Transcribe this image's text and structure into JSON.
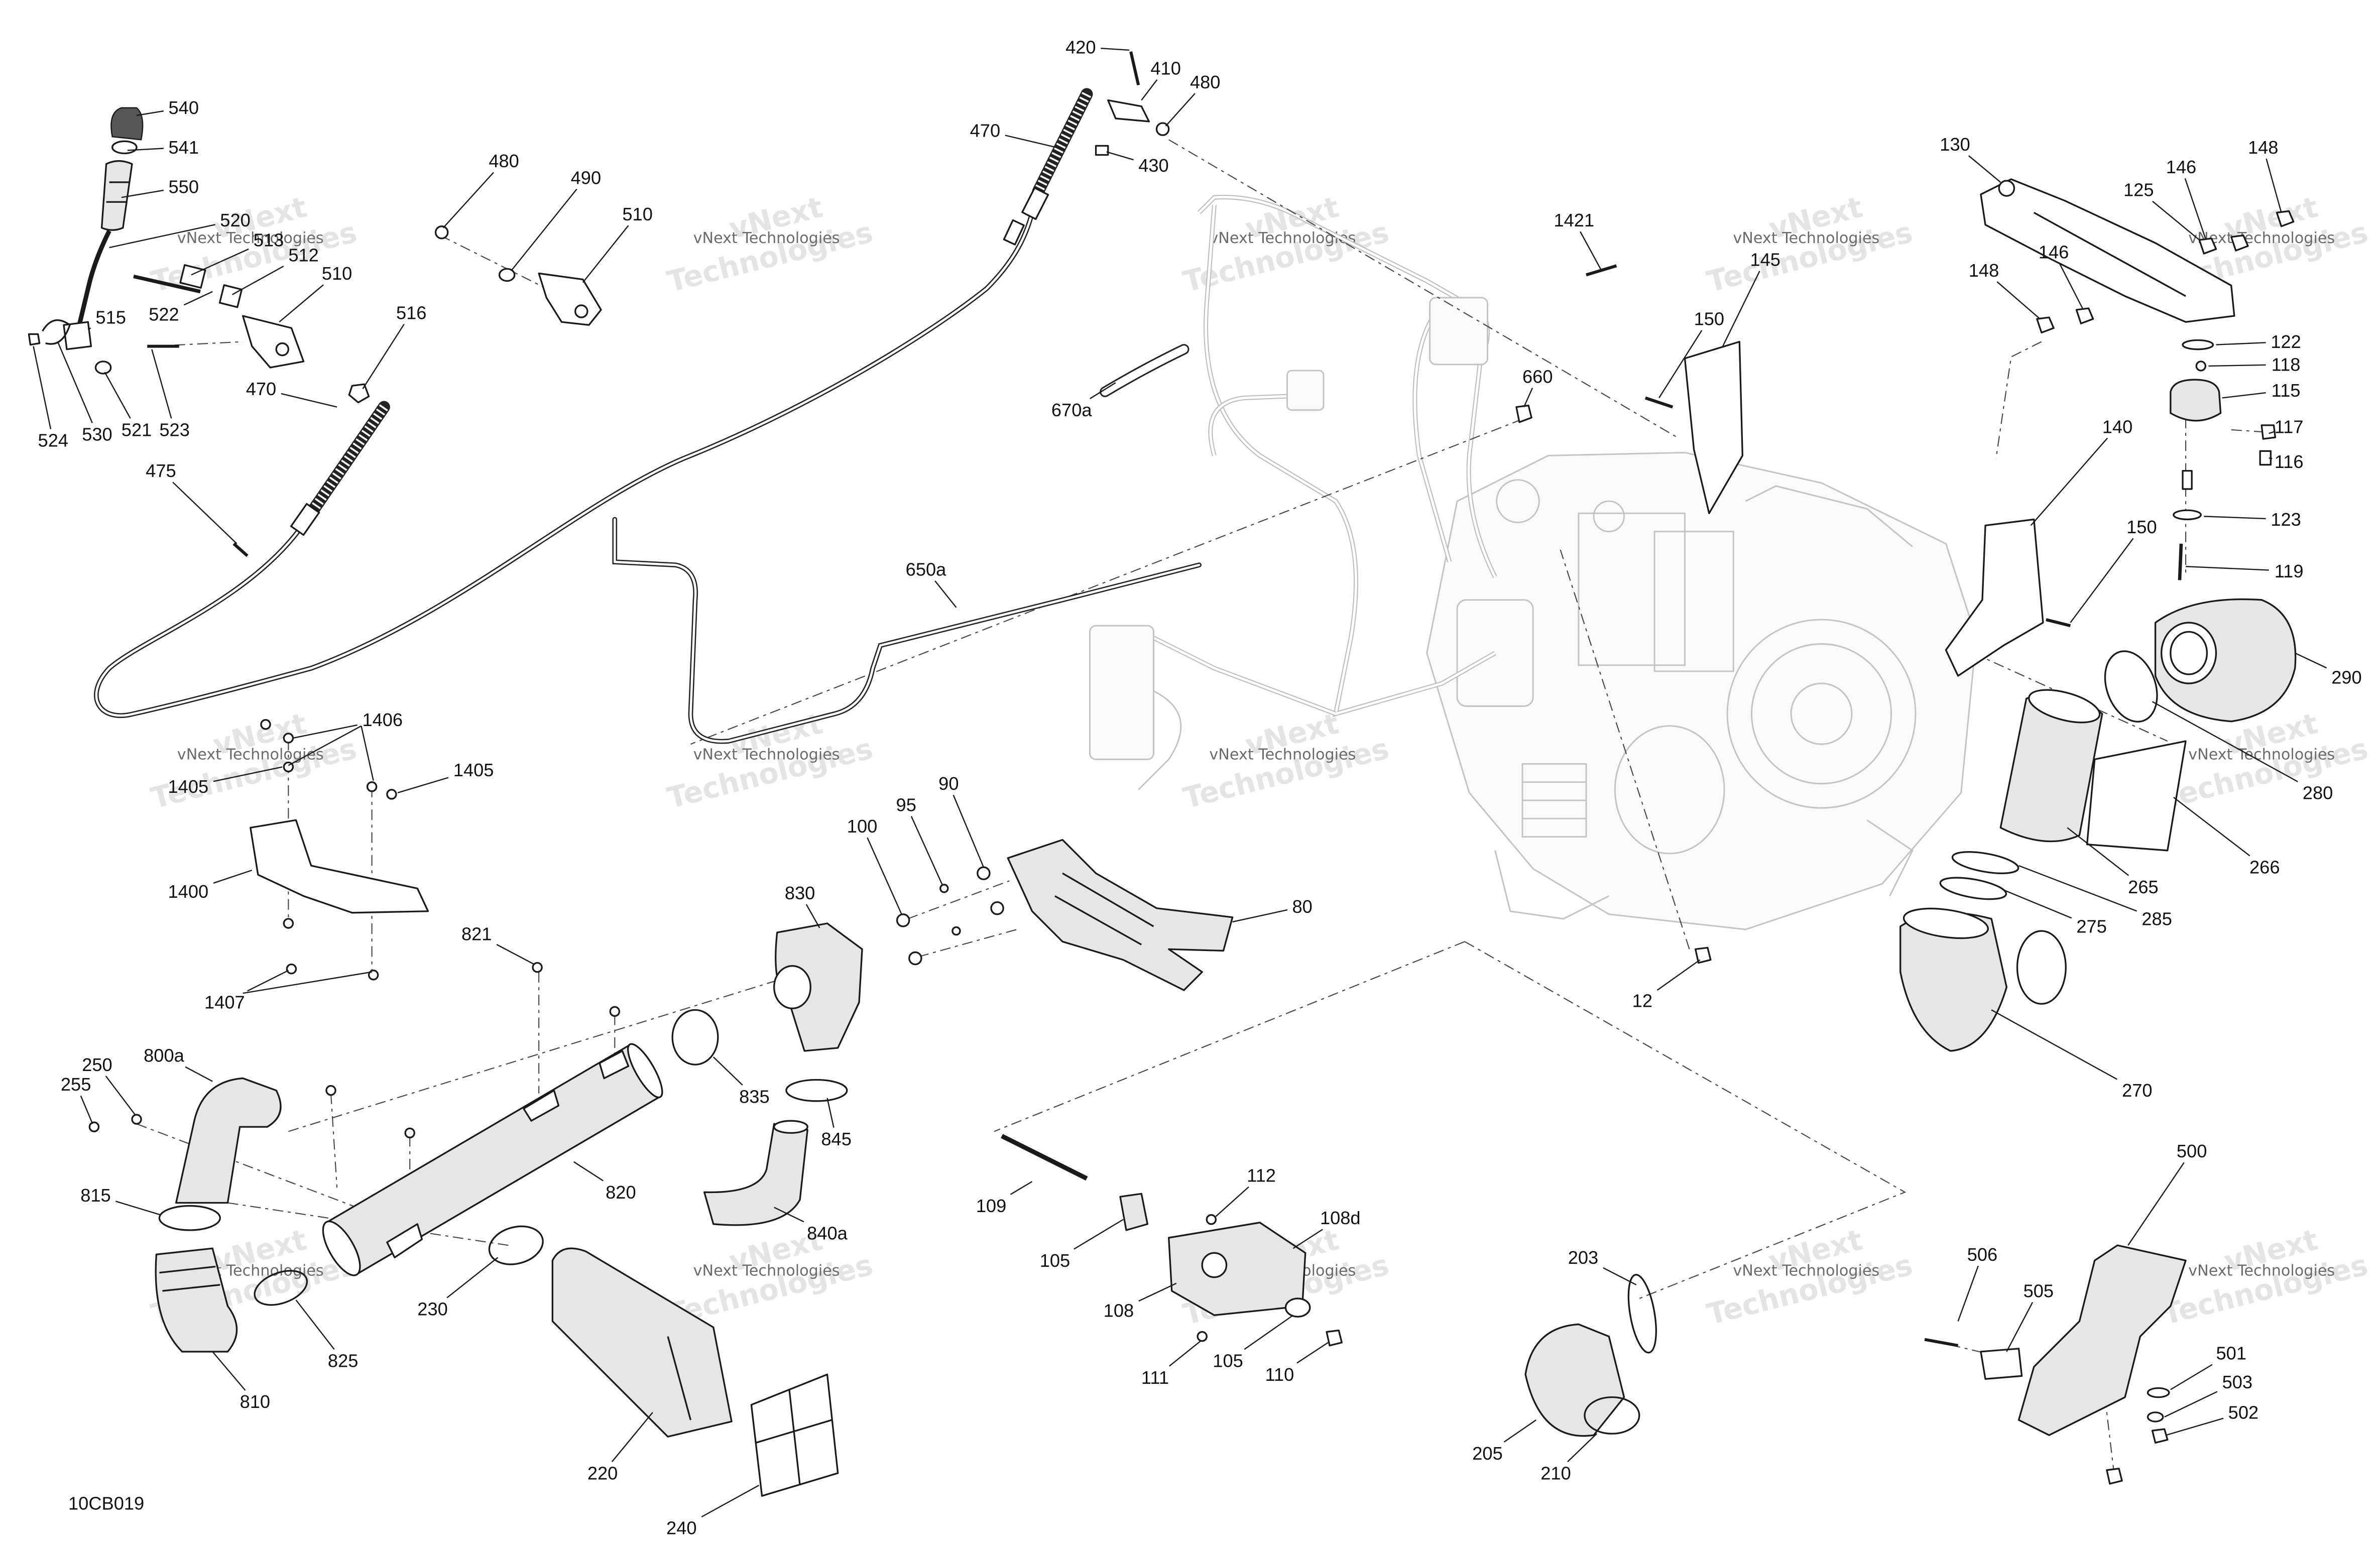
{
  "diagram_id": "10CB019",
  "watermark": {
    "small": "vNext Technologies",
    "large_line1": "vNext",
    "large_line2": "Technologies"
  },
  "callouts": [
    "540",
    "541",
    "550",
    "520",
    "513",
    "512",
    "510",
    "522",
    "515",
    "516",
    "524",
    "530",
    "521",
    "523",
    "470",
    "475",
    "480",
    "490",
    "510",
    "420",
    "410",
    "480",
    "470",
    "430",
    "1421",
    "145",
    "150",
    "670a",
    "660",
    "650a",
    "130",
    "146",
    "148",
    "125",
    "146",
    "148",
    "122",
    "118",
    "115",
    "117",
    "116",
    "123",
    "119",
    "140",
    "150",
    "290",
    "280",
    "266",
    "265",
    "285",
    "275",
    "270",
    "12",
    "80",
    "90",
    "95",
    "100",
    "830",
    "821",
    "1406",
    "1405",
    "1405",
    "1400",
    "1407",
    "250",
    "255",
    "800a",
    "815",
    "835",
    "845",
    "820",
    "840a",
    "825",
    "810",
    "230",
    "220",
    "240",
    "109",
    "112",
    "108d",
    "105",
    "108",
    "111",
    "105",
    "110",
    "203",
    "205",
    "210",
    "500",
    "506",
    "505",
    "501",
    "503",
    "502"
  ]
}
